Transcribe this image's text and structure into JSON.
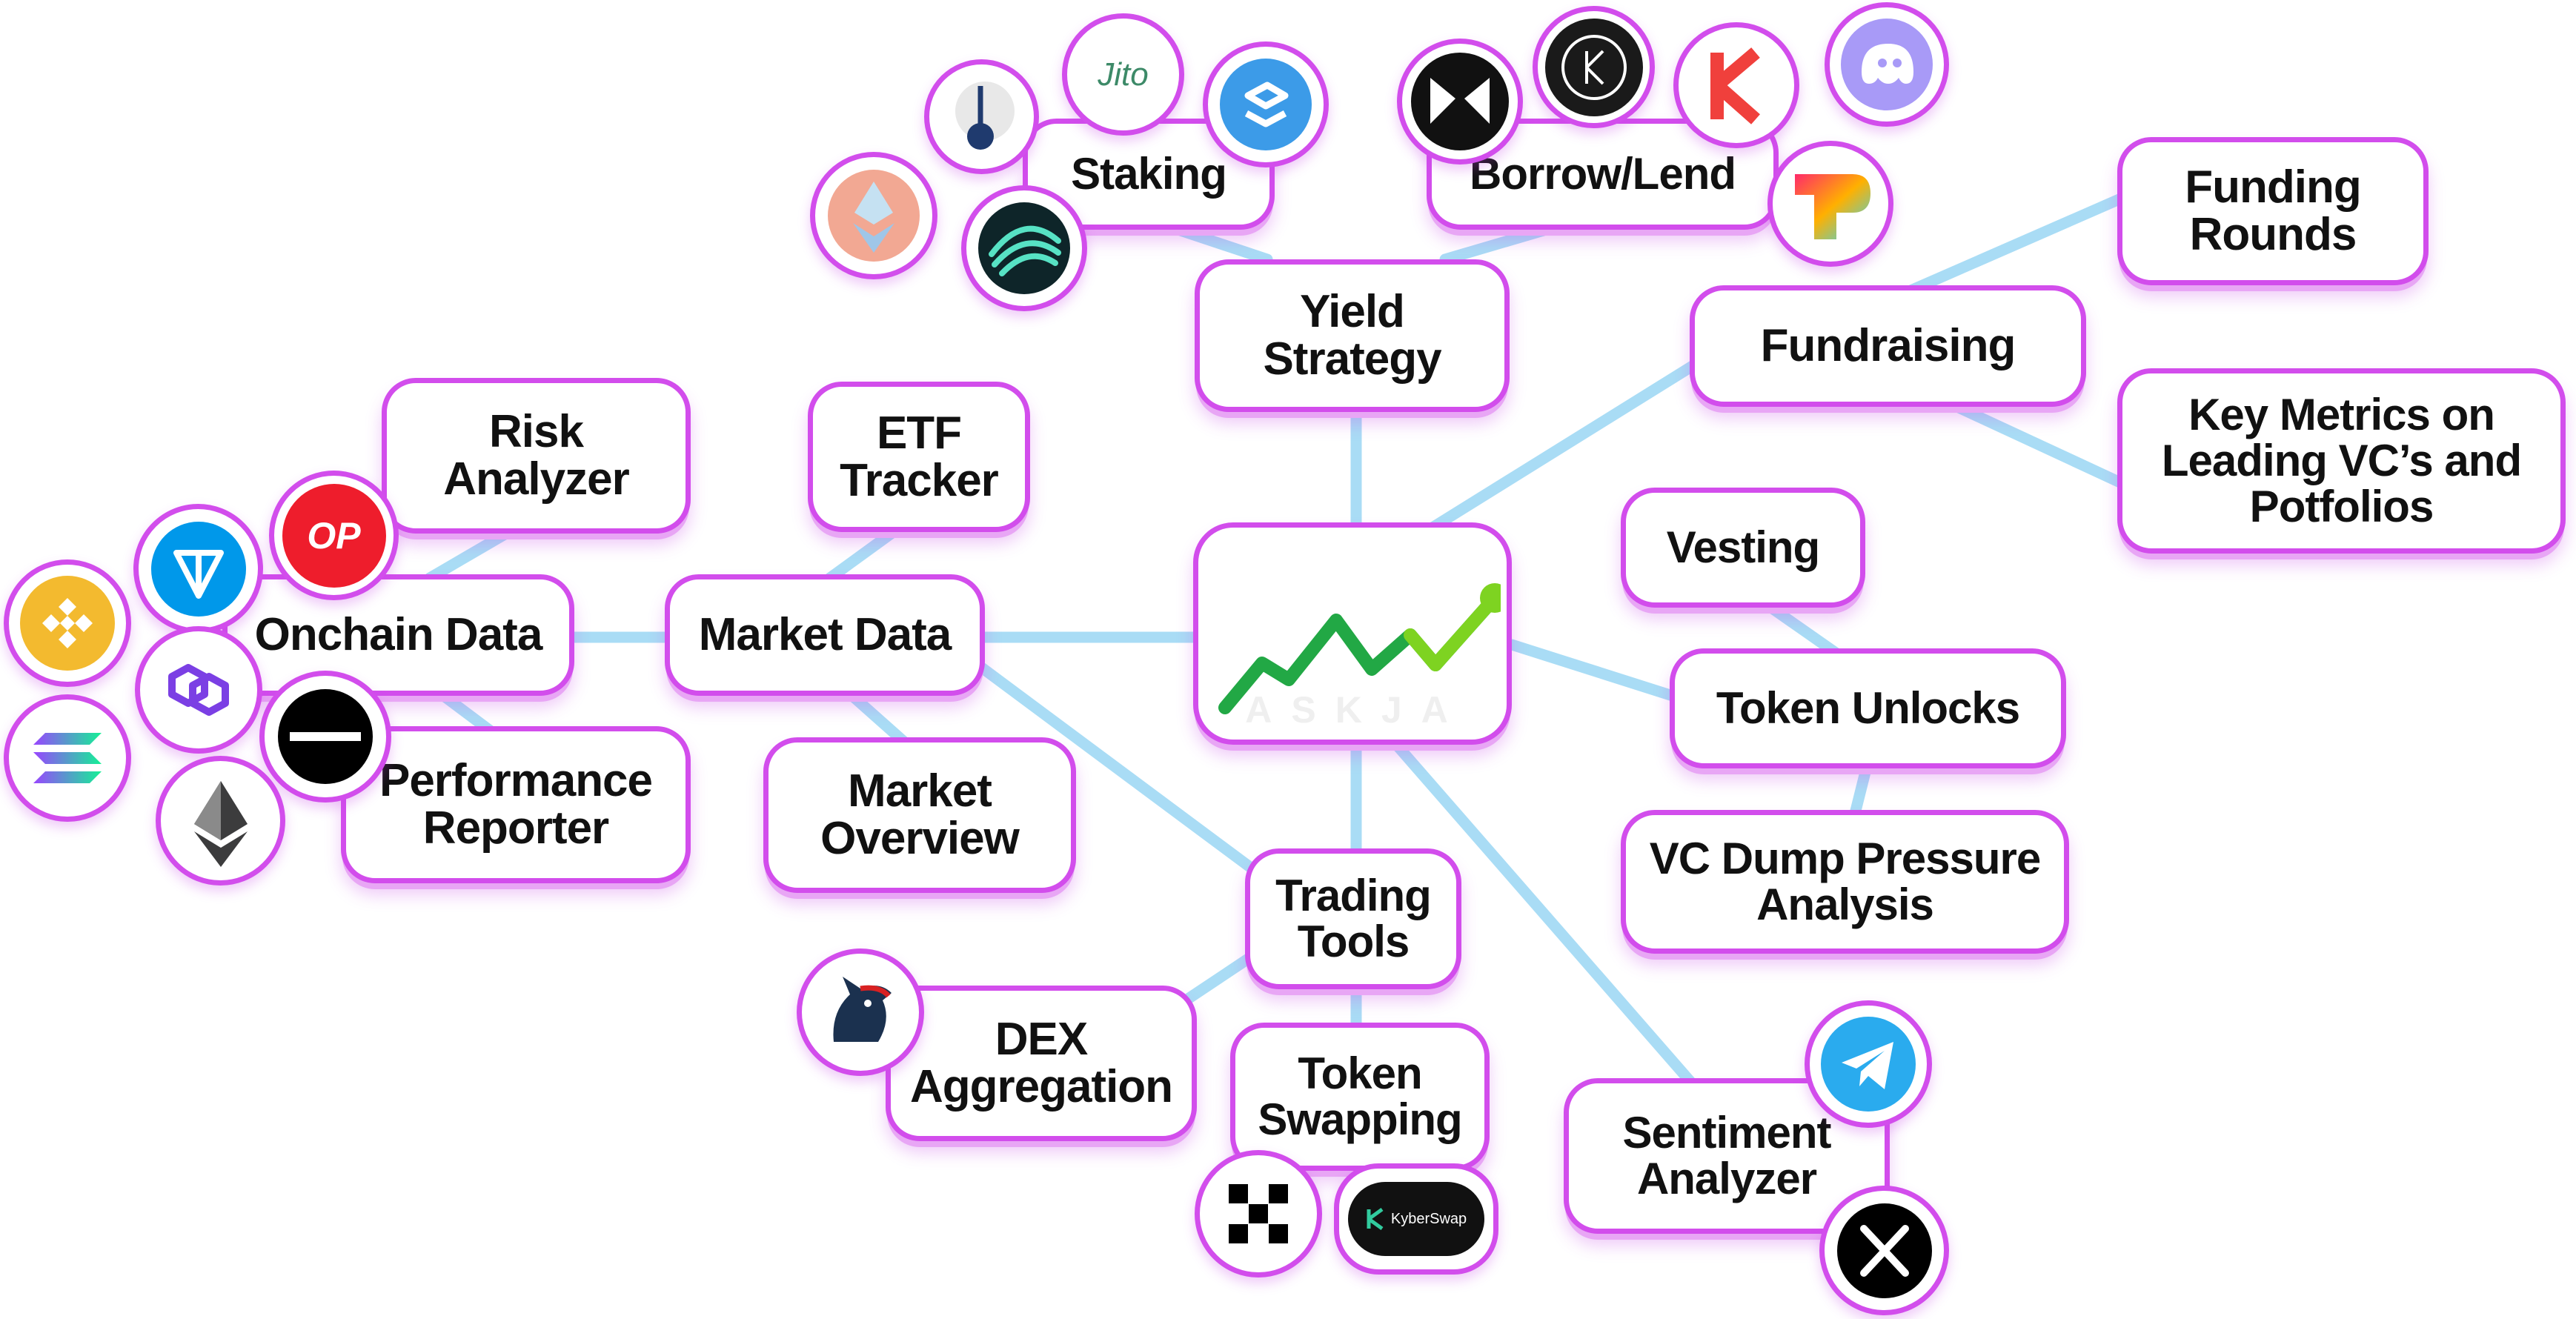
{
  "center": {
    "icon": "trend-chart-icon",
    "brand": "ASKJA",
    "line_color": "#22a845",
    "dot_color": "#7ed321"
  },
  "nodes": {
    "yield_strategy": "Yield\nStrategy",
    "staking": "Staking",
    "borrow_lend": "Borrow/Lend",
    "fundraising": "Fundraising",
    "funding_rounds": "Funding\nRounds",
    "vc_metrics": "Key Metrics on\nLeading VC’s and\nPotfolios",
    "vesting": "Vesting",
    "token_unlocks": "Token Unlocks",
    "vc_dump": "VC Dump Pressure\nAnalysis",
    "market_data": "Market Data",
    "etf_tracker": "ETF\nTracker",
    "market_overview": "Market\nOverview",
    "onchain_data": "Onchain Data",
    "risk_analyzer": "Risk\nAnalyzer",
    "performance_reporter": "Performance\nReporter",
    "trading_tools": "Trading\nTools",
    "dex_aggregation": "DEX\nAggregation",
    "token_swapping": "Token\nSwapping",
    "sentiment_analyzer": "Sentiment\nAnalyzer"
  },
  "logos": {
    "jito": "Jito",
    "kyberswap": "KyberSwap",
    "optimism": "OP"
  },
  "icons": [
    "jito-icon",
    "marinade-icon",
    "lido-icon",
    "sanctum-icon",
    "jupiter-icon",
    "kamino-icon",
    "kraken-icon",
    "marginfi-icon",
    "phantom-icon",
    "rainbow-icon",
    "optimism-icon",
    "ton-icon",
    "bnb-icon",
    "polygon-icon",
    "solana-icon",
    "aave-icon",
    "ethereum-icon",
    "1inch-icon",
    "okx-icon",
    "kyberswap-icon",
    "telegram-icon",
    "x-icon"
  ],
  "colors": {
    "node_border": "#d24dec",
    "connector": "#a9dcf5",
    "text": "#111111"
  }
}
